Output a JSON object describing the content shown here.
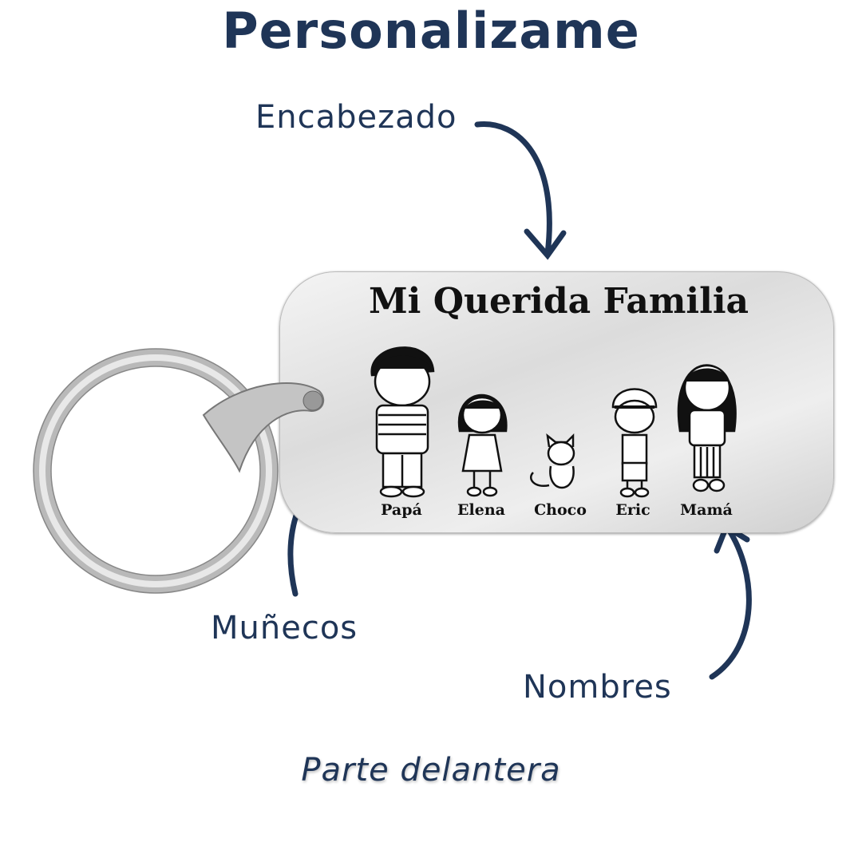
{
  "header": {
    "title": "Personalizame"
  },
  "annotations": {
    "heading": "Encabezado",
    "figures": "Muñecos",
    "names": "Nombres"
  },
  "product": {
    "engraved_title": "Mi Querida Familia",
    "names": [
      "Papá",
      "Elena",
      "Choco",
      "Eric",
      "Mamá"
    ]
  },
  "footer": {
    "caption": "Parte delantera"
  },
  "colors": {
    "accent": "#1f3557",
    "engraving": "#111111"
  }
}
